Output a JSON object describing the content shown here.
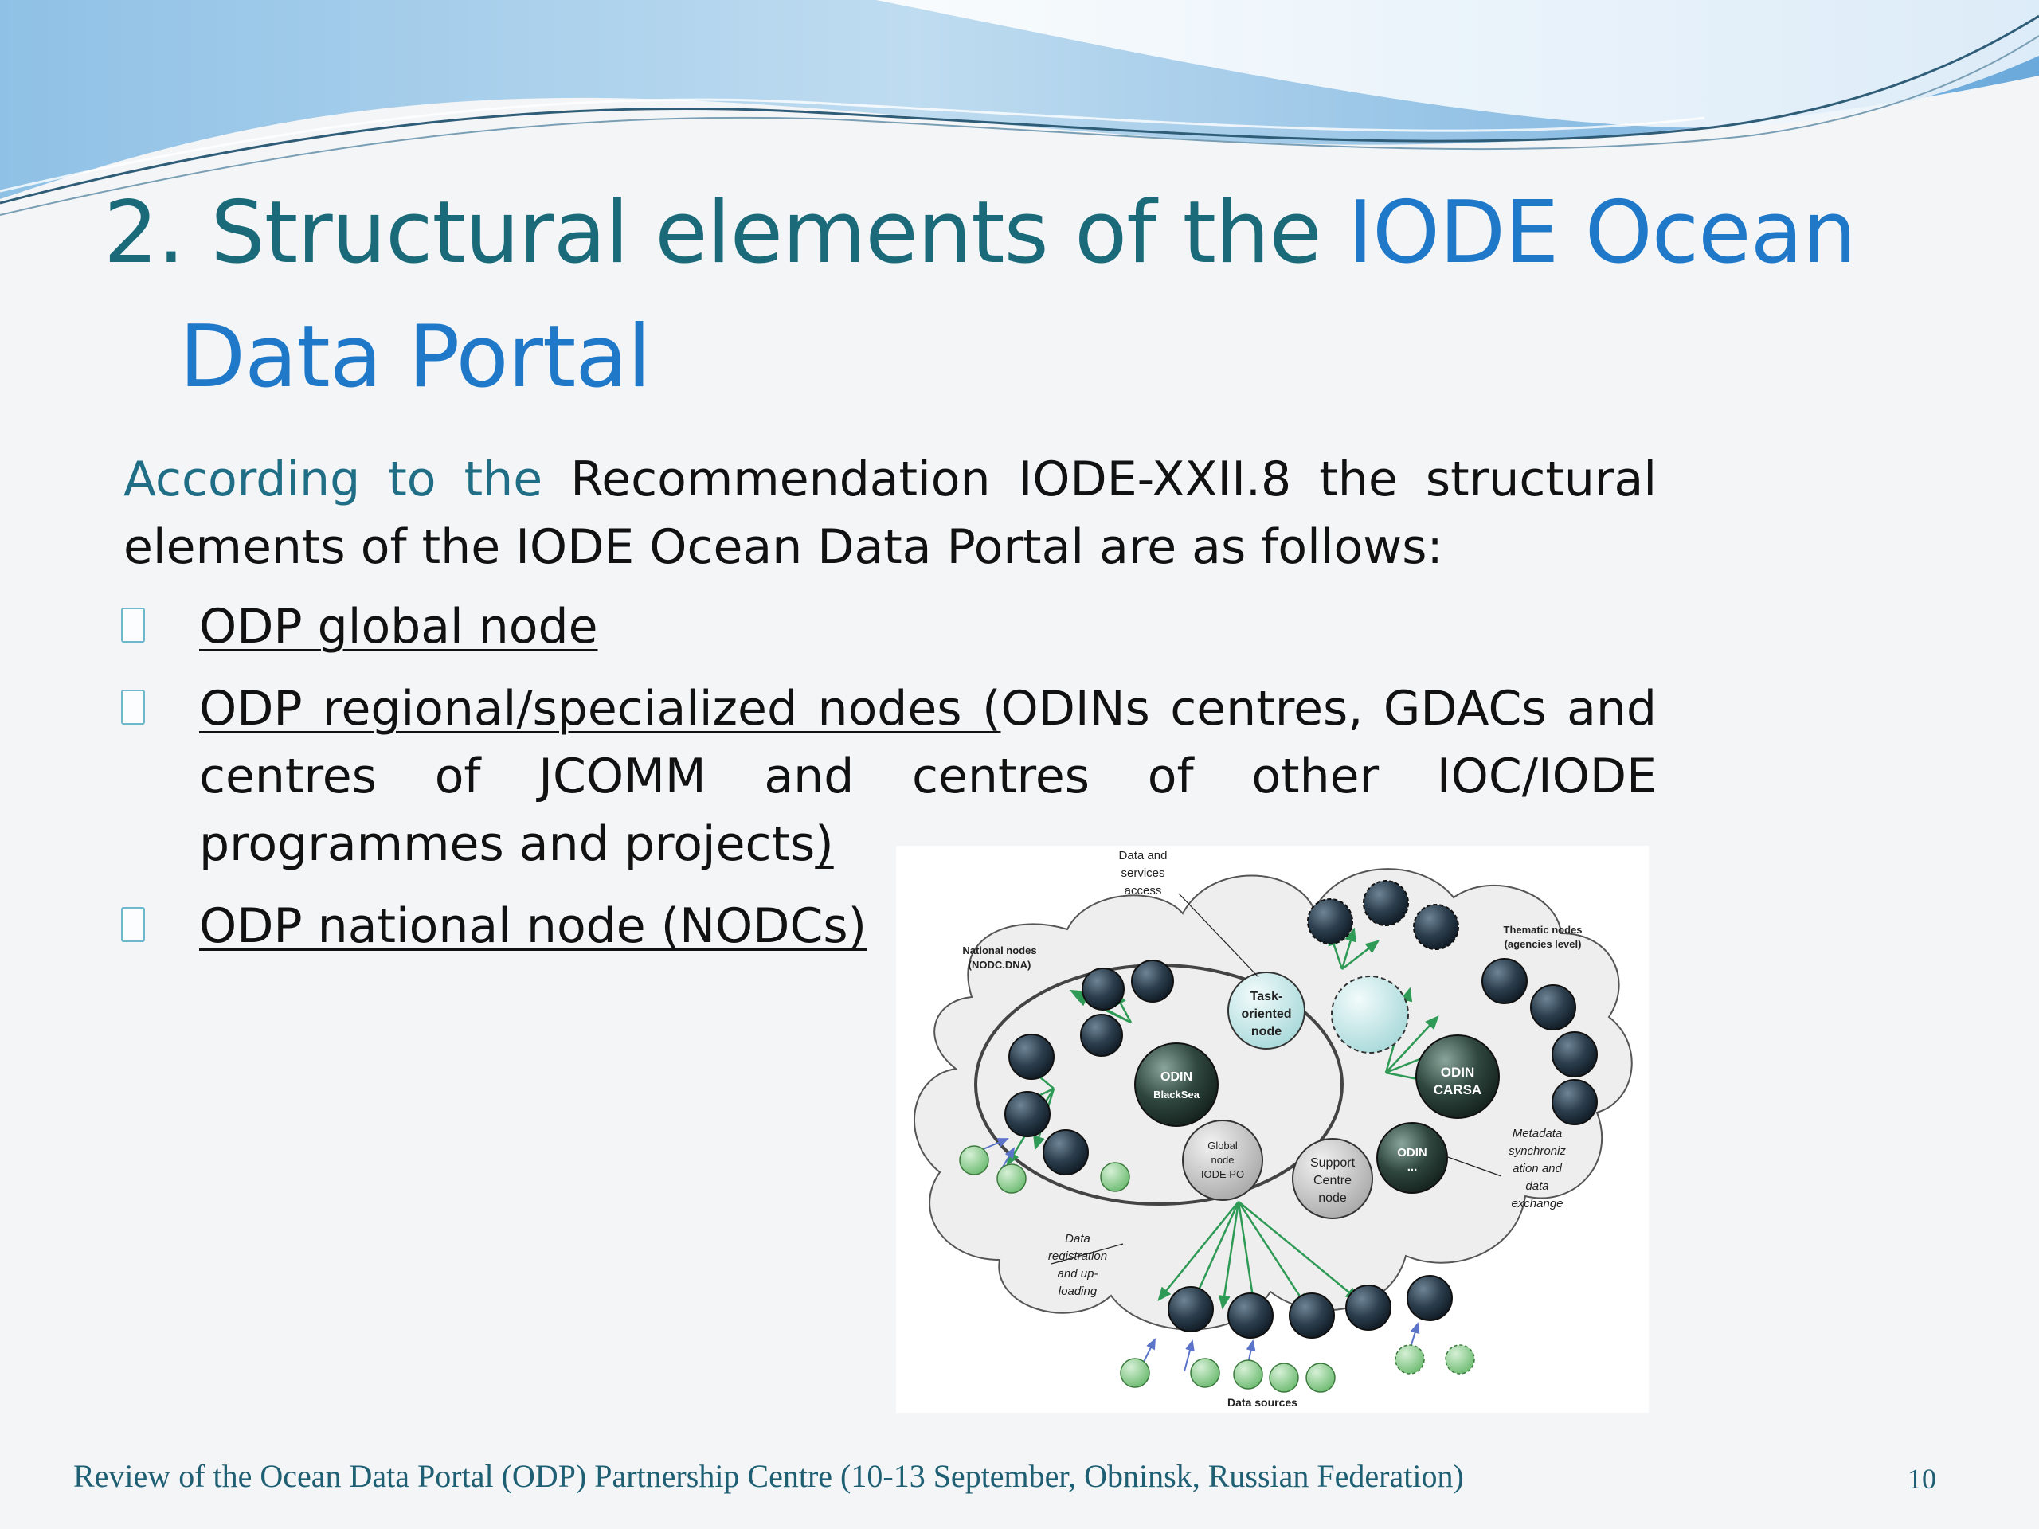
{
  "slide": {
    "title_part1": "2. Structural elements of the ",
    "title_accent_line1": "IODE Ocean",
    "title_accent_line2": "Data Portal",
    "intro_lead": "According to the",
    "intro_rest": " Recommendation IODE-XXII.8 the structural elements of the IODE Ocean Data Portal are as follows:",
    "bullets": [
      {
        "underlined": "ODP global node",
        "rest": ""
      },
      {
        "underlined": "ODP regional/specialized nodes (",
        "rest": "ODINs centres, GDACs and centres of JCOMM and centres of other IOC/IODE programmes and projects",
        "close": ")"
      },
      {
        "underlined": "ODP national node (NODCs)",
        "rest": ""
      }
    ],
    "footer": "Review of the Ocean Data Portal (ODP) Partnership Centre (10-13 September, Obninsk, Russian Federation)",
    "page_number": "10",
    "bullet_icon": "empty-square-icon",
    "colors": {
      "title": "#1b6a7a",
      "accent": "#1f78c8",
      "footer": "#1e5f74"
    }
  },
  "diagram": {
    "labels": {
      "data_access": [
        "Data and",
        "services",
        "access"
      ],
      "national_nodes": [
        "National nodes",
        "(NODC.DNA)"
      ],
      "thematic_nodes": [
        "Thematic nodes",
        "(agencies level)"
      ],
      "task_node": [
        "Task-",
        "oriented",
        "node"
      ],
      "odin_blacksea": [
        "ODIN",
        "BlackSea"
      ],
      "odin_carsa": [
        "ODIN",
        "CARSA"
      ],
      "global_node": [
        "Global",
        "node",
        "IODE PO"
      ],
      "support_node": [
        "Support",
        "Centre",
        "node"
      ],
      "odin_other": [
        "ODIN",
        "..."
      ],
      "metadata": [
        "Metadata",
        "synchroniz",
        "ation and",
        "data",
        "exchange"
      ],
      "registration": [
        "Data",
        "registration",
        "and up-",
        "loading"
      ],
      "data_sources": "Data sources"
    }
  }
}
